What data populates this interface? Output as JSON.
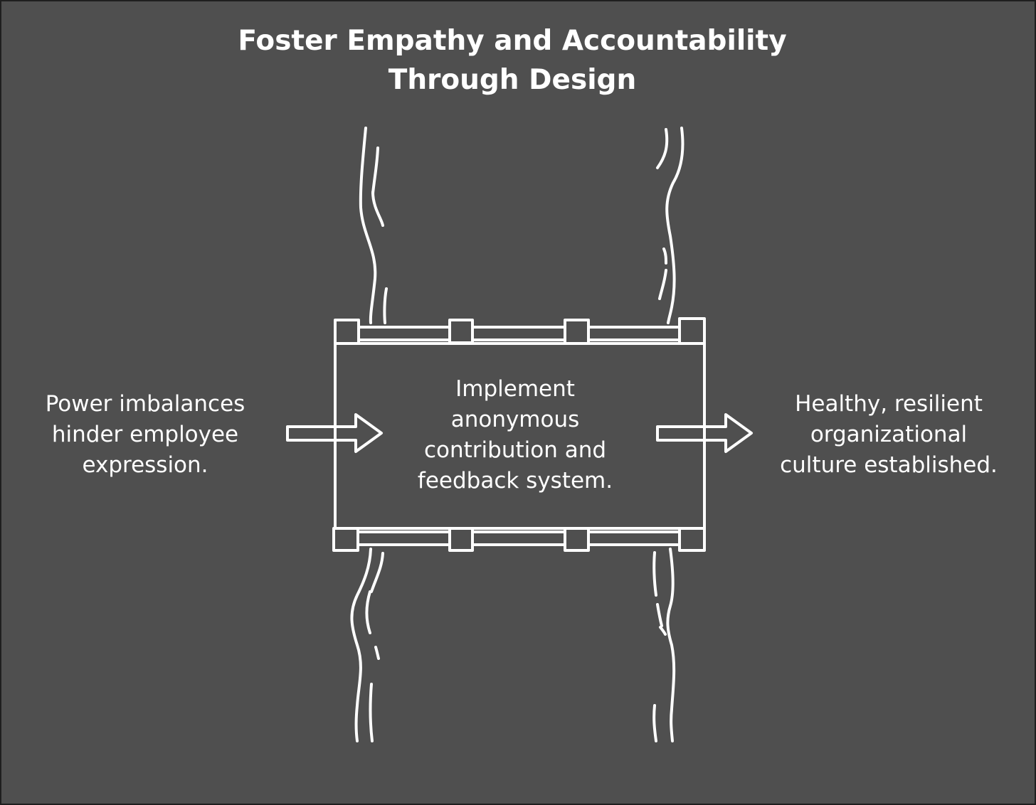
{
  "title": {
    "line1": "Foster Empathy and Accountability",
    "line2": "Through Design"
  },
  "input": {
    "line1": "Power imbalances",
    "line2": "hinder employee",
    "line3": "expression."
  },
  "process": {
    "line1": "Implement",
    "line2": "anonymous",
    "line3": "contribution and",
    "line4": "feedback system."
  },
  "output": {
    "line1": "Healthy, resilient",
    "line2": "organizational",
    "line3": "culture established."
  },
  "colors": {
    "background": "#4f4f4f",
    "frame": "#1f1f1f",
    "ink": "#ffffff"
  },
  "icons": {
    "input_arrow": "arrow-right-icon",
    "output_arrow": "arrow-right-icon",
    "process_box": "conduit-box"
  }
}
